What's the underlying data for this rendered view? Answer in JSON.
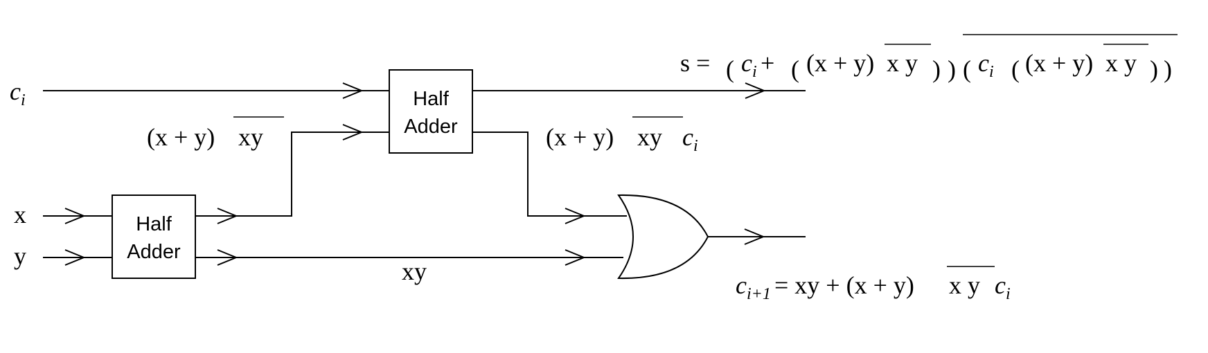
{
  "inputs": {
    "ci": "c",
    "ci_sub": "i",
    "x": "x",
    "y": "y"
  },
  "half_adder_1": {
    "line1": "Half",
    "line2": "Adder"
  },
  "half_adder_2": {
    "line1": "Half",
    "line2": "Adder"
  },
  "labels": {
    "ha1_sum_pre": "(x + y)",
    "ha1_sum_bar": "xy",
    "ha1_carry": "xy",
    "ha2_carry_pre": "(x + y)",
    "ha2_carry_bar": "xy",
    "ha2_carry_c": "c",
    "ha2_carry_sub": "i"
  },
  "sum_formula": {
    "lhs": "s =",
    "p1": "c",
    "p1_sub": "i",
    "p2": " + ",
    "p3": "(x + y)",
    "p4": "x y",
    "p5": "c",
    "p5_sub": "i",
    "p6": "(x + y)",
    "p7": "x y"
  },
  "carry_formula": {
    "c": "c",
    "sub": "i+1",
    "eq": " = xy + (x + y)",
    "bar": "x y",
    "c2": "c",
    "sub2": "i"
  }
}
